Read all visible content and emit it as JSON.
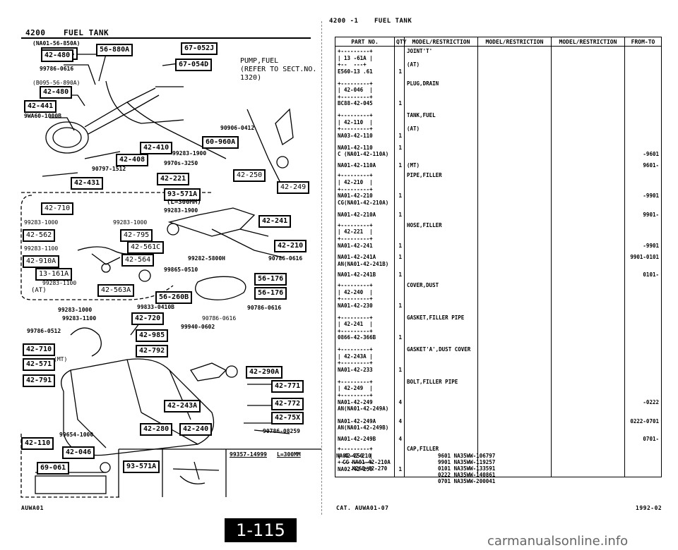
{
  "left_header": {
    "code": "4200",
    "title": "FUEL TANK"
  },
  "right_header": {
    "code": "4200 -1",
    "title": "FUEL TANK"
  },
  "callouts": {
    "pump_fuel": "PUMP,FUEL\n(REFER TO SECT.NO.\n1320)",
    "boxes": [
      {
        "id": "b1",
        "text": "56-880A"
      },
      {
        "id": "b2",
        "text": "42-480"
      },
      {
        "id": "b3",
        "text": "42-480"
      },
      {
        "id": "b4",
        "text": "42-441"
      },
      {
        "id": "b5",
        "text": "67-052J"
      },
      {
        "id": "b6",
        "text": "67-054D"
      },
      {
        "id": "b7",
        "text": "42-410"
      },
      {
        "id": "b8",
        "text": "42-408"
      },
      {
        "id": "b9",
        "text": "60-960A"
      },
      {
        "id": "b10",
        "text": "42-431"
      },
      {
        "id": "b11",
        "text": "42-221"
      },
      {
        "id": "b12",
        "text": "42-250"
      },
      {
        "id": "b13",
        "text": "42-249"
      },
      {
        "id": "b14",
        "text": "93-571A"
      },
      {
        "id": "b15",
        "text": "42-710"
      },
      {
        "id": "b16",
        "text": "42-562"
      },
      {
        "id": "b17",
        "text": "42-795"
      },
      {
        "id": "b18",
        "text": "42-561C"
      },
      {
        "id": "b19",
        "text": "42-910A"
      },
      {
        "id": "b20",
        "text": "42-564"
      },
      {
        "id": "b21",
        "text": "13-161A"
      },
      {
        "id": "b22",
        "text": "42-563A"
      },
      {
        "id": "b23",
        "text": "42-241"
      },
      {
        "id": "b24",
        "text": "42-210"
      },
      {
        "id": "b25",
        "text": "56-176"
      },
      {
        "id": "b26",
        "text": "56-176"
      },
      {
        "id": "b27",
        "text": "56-260B"
      },
      {
        "id": "b28",
        "text": "42-720"
      },
      {
        "id": "b29",
        "text": "42-985"
      },
      {
        "id": "b30",
        "text": "42-792"
      },
      {
        "id": "b31",
        "text": "42-710"
      },
      {
        "id": "b32",
        "text": "42-571"
      },
      {
        "id": "b33",
        "text": "42-791"
      },
      {
        "id": "b34",
        "text": "42-290A"
      },
      {
        "id": "b35",
        "text": "42-771"
      },
      {
        "id": "b36",
        "text": "42-772"
      },
      {
        "id": "b37",
        "text": "42-75X"
      },
      {
        "id": "b38",
        "text": "42-243A"
      },
      {
        "id": "b39",
        "text": "42-280"
      },
      {
        "id": "b40",
        "text": "42-240"
      },
      {
        "id": "b41",
        "text": "42-110"
      },
      {
        "id": "b42",
        "text": "42-046"
      },
      {
        "id": "b43",
        "text": "69-061"
      },
      {
        "id": "b44",
        "text": "93-571A"
      }
    ],
    "numbers": [
      {
        "id": "n1",
        "text": "(NA01-56-850A)"
      },
      {
        "id": "n2",
        "text": "99786-0616"
      },
      {
        "id": "n3",
        "text": "(B095-56-890A)"
      },
      {
        "id": "n4",
        "text": "9WA60-1000B"
      },
      {
        "id": "n5",
        "text": "90906-0412"
      },
      {
        "id": "n6",
        "text": "99283-1900"
      },
      {
        "id": "n7",
        "text": "9970s-3250"
      },
      {
        "id": "n8",
        "text": "90797-1512"
      },
      {
        "id": "n9",
        "text": "(L=300MM)"
      },
      {
        "id": "n10",
        "text": "99283-1900"
      },
      {
        "id": "n11",
        "text": "99283-1000"
      },
      {
        "id": "n12",
        "text": "99283-1000"
      },
      {
        "id": "n13",
        "text": "99283-1100"
      },
      {
        "id": "n14",
        "text": "99283-1100"
      },
      {
        "id": "n15",
        "text": "(AT)"
      },
      {
        "id": "n16",
        "text": "99282-5800H"
      },
      {
        "id": "n17",
        "text": "90786-0616"
      },
      {
        "id": "n18",
        "text": "99865-0510"
      },
      {
        "id": "n19",
        "text": "99283-1000"
      },
      {
        "id": "n20",
        "text": "99833-0410B"
      },
      {
        "id": "n21",
        "text": "99283-1100"
      },
      {
        "id": "n22",
        "text": "90786-0616"
      },
      {
        "id": "n23",
        "text": "90786-0616"
      },
      {
        "id": "n24",
        "text": "99786-0512"
      },
      {
        "id": "n25",
        "text": "99940-0602"
      },
      {
        "id": "n26",
        "text": "(MT)"
      },
      {
        "id": "n27",
        "text": "99654-1000"
      },
      {
        "id": "n28",
        "text": "90786-08259"
      },
      {
        "id": "n29",
        "text": "99357-14999"
      },
      {
        "id": "n30",
        "text": "L=300MM"
      }
    ]
  },
  "table": {
    "headers": [
      "PART NO.",
      "QTY",
      "MODEL/RESTRICTION",
      "MODEL/RESTRICTION",
      "MODEL/RESTRICTION",
      "FROM-TO"
    ],
    "rows": [
      {
        "part": "+---------+\n| 13 -61A |\n+--  ---+\nE560-13 .61",
        "qty": "\n\n\n1",
        "desc": "JOINT'T'\n\n(AT)",
        "from": ""
      },
      {
        "part": "+---------+\n| 42-046  |\n+---------+\nBC88-42-045",
        "qty": "\n\n\n1",
        "desc": "PLUG,DRAIN",
        "from": ""
      },
      {
        "part": "+---------+\n| 42-110  |\n+---------+\nNA03-42-110",
        "qty": "\n\n\n1",
        "desc": "TANK,FUEL\n\n(AT)",
        "from": ""
      },
      {
        "part": "NA01-42-110\nC (NA01-42-110A)",
        "qty": "1",
        "desc": "",
        "from": "\n-9601"
      },
      {
        "part": "NA01-42-110A",
        "qty": "1",
        "desc": "(MT)",
        "from": "9601-"
      },
      {
        "part": "+---------+\n| 42-210  |\n+---------+\nNA01-42-210\nCG(NA01-42-210A)",
        "qty": "\n\n\n1",
        "desc": "PIPE,FILLER",
        "from": "\n\n\n-9901"
      },
      {
        "part": "NA01-42-210A",
        "qty": "1",
        "desc": "",
        "from": "9901-"
      },
      {
        "part": "+---------+\n| 42-221  |\n+---------+\nNA01-42-241",
        "qty": "\n\n\n1",
        "desc": "HOSE,FILLER",
        "from": "\n\n\n-9901"
      },
      {
        "part": "NA01-42-241A\nAN(NA01-42-241B)",
        "qty": "1",
        "desc": "",
        "from": "9901-0101"
      },
      {
        "part": "NA01-42-241B",
        "qty": "1",
        "desc": "",
        "from": "0101-"
      },
      {
        "part": "+---------+\n| 42-240  |\n+---------+\nNA01-42-230",
        "qty": "\n\n\n1",
        "desc": "COVER,DUST",
        "from": ""
      },
      {
        "part": "+---------+\n| 42-241  |\n+---------+\n0866-42-366B",
        "qty": "\n\n\n1",
        "desc": "GASKET,FILLER PIPE",
        "from": ""
      },
      {
        "part": "+---------+\n| 42-243A |\n+---------+\nNA01-42-233",
        "qty": "\n\n\n1",
        "desc": "GASKET'A',DUST COVER",
        "from": ""
      },
      {
        "part": "+---------+\n| 42-249  |\n+---------+\nNA01-42-249\nAN(NA01-42-249A)",
        "qty": "\n\n\n4",
        "desc": "BOLT,FILLER PIPE",
        "from": "\n\n\n-0222"
      },
      {
        "part": "NA01-42-249A\nAN(NA01-42-249B)",
        "qty": "4",
        "desc": "",
        "from": "0222-0701"
      },
      {
        "part": "NA01-42-249B",
        "qty": "4",
        "desc": "",
        "from": "0701-"
      },
      {
        "part": "+---------+\n| 42-250  |\n+---------+\nNA02-42-250",
        "qty": "\n\n\n1",
        "desc": "CAP,FILLER",
        "from": ""
      }
    ]
  },
  "footnote_left": "NA01-42-210\n  CG NA01-42-210A\n     K260-42-270",
  "footnote_right": "9601 NA35WW-106797\n9901 NA35WW-119257\n0101 NA35WW-133591\n0222 NA35WW-140861\n0701 NA35WW-200041",
  "bottom_left": "AUWA01",
  "bottom_mid": "CAT. AUWA01-07",
  "bottom_right": "1992-02",
  "page_tab": "1-115",
  "watermark": "carmanualsonline.info"
}
